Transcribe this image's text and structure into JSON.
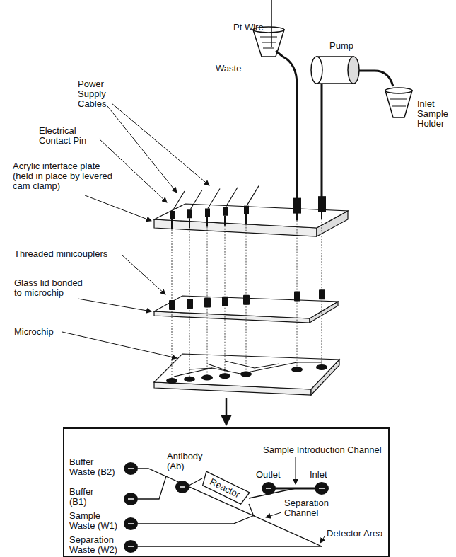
{
  "diagram": {
    "nodes": [
      {
        "text": [
          "Reactor"
        ]
      }
    ],
    "labels": [
      "Pt Wire",
      "Pump",
      "Waste",
      "Inlet Sample Holder",
      "Power Supply Cables",
      "Electrical Contact Pin",
      "Acrylic interface plate (held in place by levered cam clamp)",
      "Threaded minicouplers",
      "Glass lid bonded to microchip",
      "Microchip",
      "Buffer Waste (B2)",
      "Antibody (Ab)",
      "Sample Introduction Channel",
      "Outlet",
      "Inlet",
      "Buffer (B1)",
      "Sample Waste (W1)",
      "Separation Channel",
      "Separation Waste (W2)",
      "Detector Area"
    ]
  }
}
